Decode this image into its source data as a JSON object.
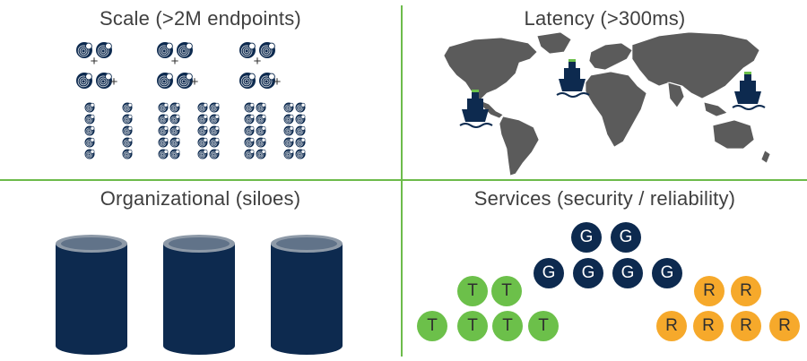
{
  "quadrants": {
    "scale": {
      "title": "Scale (>2M endpoints)"
    },
    "latency": {
      "title": "Latency (>300ms)"
    },
    "organizational": {
      "title": "Organizational (siloes)"
    },
    "services": {
      "title": "Services (security / reliability)"
    }
  },
  "scale_icons": {
    "plus_sign": "+",
    "top_groups": 3,
    "icon_name": "fingerprint-device-icon"
  },
  "services": {
    "g_label": "G",
    "t_label": "T",
    "r_label": "R"
  },
  "colors": {
    "navy": "#0d2a4f",
    "green": "#6cc04a",
    "orange": "#f6a92b",
    "divider": "#6dbb4b",
    "map_gray": "#5b5b5b"
  }
}
